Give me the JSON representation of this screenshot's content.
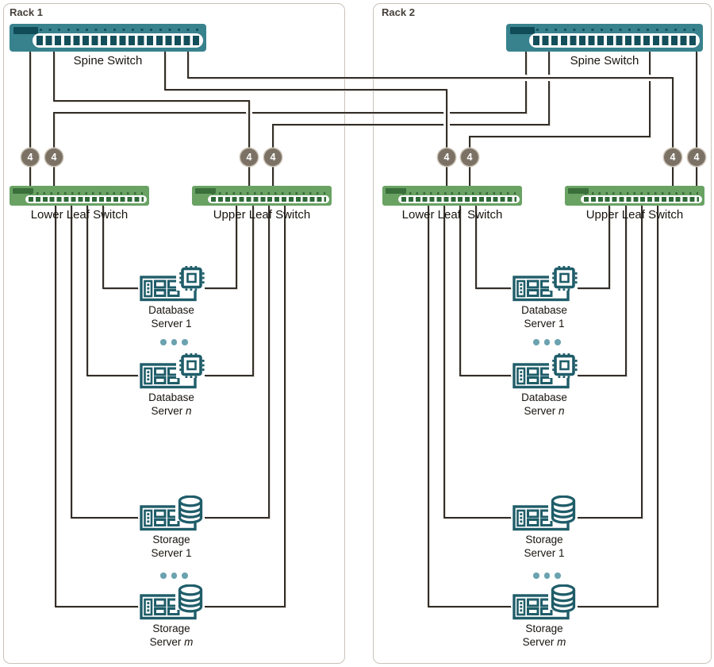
{
  "colors": {
    "spine_switch_body": "#38828e",
    "spine_switch_dark": "#134f5b",
    "leaf_switch_body": "#69a263",
    "leaf_switch_dark": "#2f6b38",
    "badge_background": "#7b7164",
    "badge_text": "#ffffff",
    "wire": "#332e29",
    "rack_border": "#c9c3ba",
    "server_icon": "#1f5d69",
    "ellipsis_dots": "#6ba2af",
    "label_text": "#18140f"
  },
  "racks": [
    {
      "label": "Rack 1",
      "spine_switch": {
        "label": "Spine Switch"
      },
      "badges": [
        "4",
        "4",
        "4",
        "4"
      ],
      "leaf_switches": [
        {
          "label": "Lower Leaf Switch"
        },
        {
          "label": "Upper Leaf Switch"
        }
      ],
      "servers": [
        {
          "kind": "database",
          "line1": "Database",
          "line2": "Server",
          "index": "1"
        },
        {
          "kind": "database",
          "line1": "Database",
          "line2": "Server",
          "index": "n"
        },
        {
          "kind": "storage",
          "line1": "Storage",
          "line2": "Server",
          "index": "1"
        },
        {
          "kind": "storage",
          "line1": "Storage",
          "line2": "Server",
          "index": "m"
        }
      ]
    },
    {
      "label": "Rack 2",
      "spine_switch": {
        "label": "Spine Switch"
      },
      "badges": [
        "4",
        "4",
        "4",
        "4"
      ],
      "leaf_switches": [
        {
          "label": "Lower Leaf  Switch"
        },
        {
          "label": "Upper Leaf Switch"
        }
      ],
      "servers": [
        {
          "kind": "database",
          "line1": "Database",
          "line2": "Server",
          "index": "1"
        },
        {
          "kind": "database",
          "line1": "Database",
          "line2": "Server",
          "index": "n"
        },
        {
          "kind": "storage",
          "line1": "Storage",
          "line2": "Server",
          "index": "1"
        },
        {
          "kind": "storage",
          "line1": "Storage",
          "line2": "Server",
          "index": "m"
        }
      ]
    }
  ]
}
